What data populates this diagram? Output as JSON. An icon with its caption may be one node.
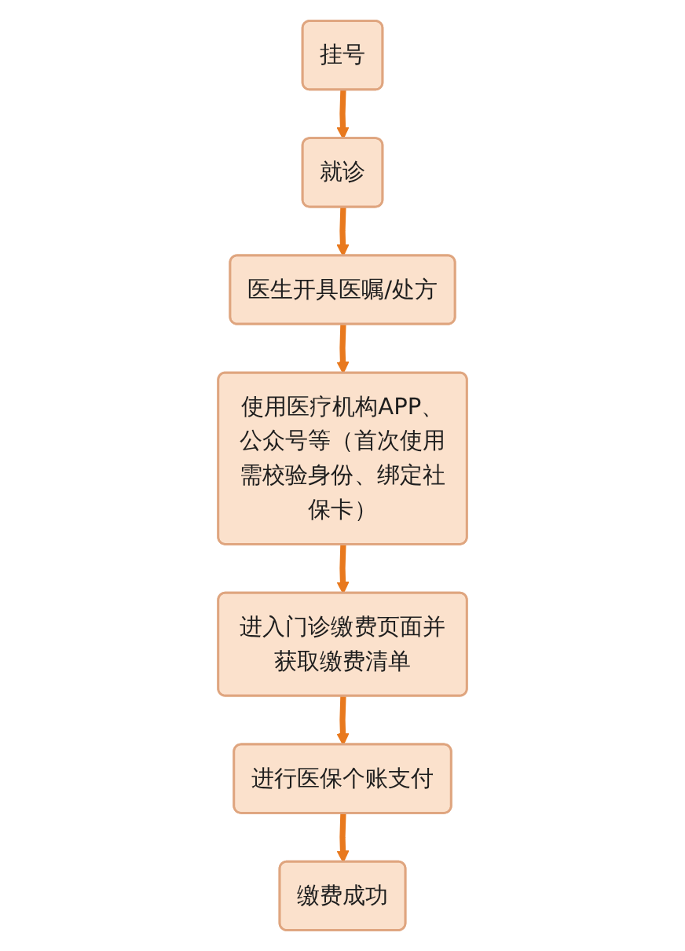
{
  "diagram": {
    "nodes": [
      {
        "text": [
          "挂号"
        ]
      },
      {
        "text": [
          "就诊"
        ]
      },
      {
        "text": [
          "医生开具医嘱/处方"
        ]
      },
      {
        "text": [
          "使用医疗机构APP、公众号等（首次使用需校验身份、绑定社保卡）"
        ]
      },
      {
        "text": [
          "进入门诊缴费页面并获取缴费清单"
        ]
      },
      {
        "text": [
          "进行医保个账支付"
        ]
      },
      {
        "text": [
          "缴费成功"
        ]
      }
    ],
    "edges": [
      {
        "from": 0,
        "to": 1,
        "arrow": "to"
      },
      {
        "from": 1,
        "to": 2,
        "arrow": "to"
      },
      {
        "from": 2,
        "to": 3,
        "arrow": "to"
      },
      {
        "from": 3,
        "to": 4,
        "arrow": "to"
      },
      {
        "from": 4,
        "to": 5,
        "arrow": "to"
      },
      {
        "from": 5,
        "to": 6,
        "arrow": "to"
      }
    ]
  }
}
